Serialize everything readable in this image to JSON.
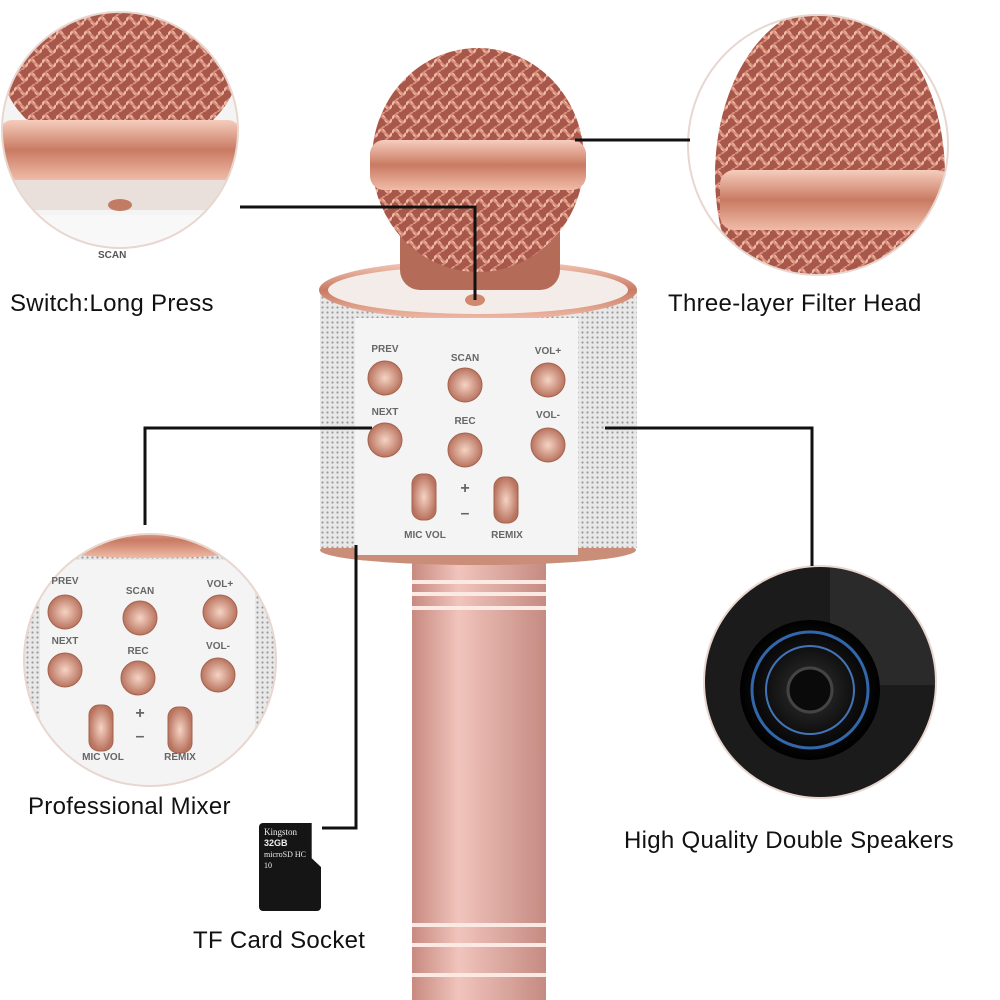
{
  "callouts": {
    "switch": "Switch:Long Press",
    "filter_head": "Three-layer Filter Head",
    "mixer": "Professional Mixer",
    "speakers": "High Quality Double Speakers",
    "tf_card": "TF Card Socket"
  },
  "panel": {
    "buttons": [
      "PREV",
      "SCAN",
      "VOL+",
      "NEXT",
      "REC",
      "VOL-"
    ],
    "plus": "+",
    "minus": "–",
    "mic_vol": "MIC VOL",
    "remix": "REMIX"
  },
  "switch_closeup_label": "SCAN",
  "sd_card": {
    "brand": "Kingston",
    "capacity": "32GB",
    "type": "microSD HC",
    "class": "10"
  },
  "colors": {
    "rose_gold": "#d9a08e",
    "handle": "#dca79f",
    "panel": "#f4f4f4",
    "grille": "#cfcfcf"
  }
}
